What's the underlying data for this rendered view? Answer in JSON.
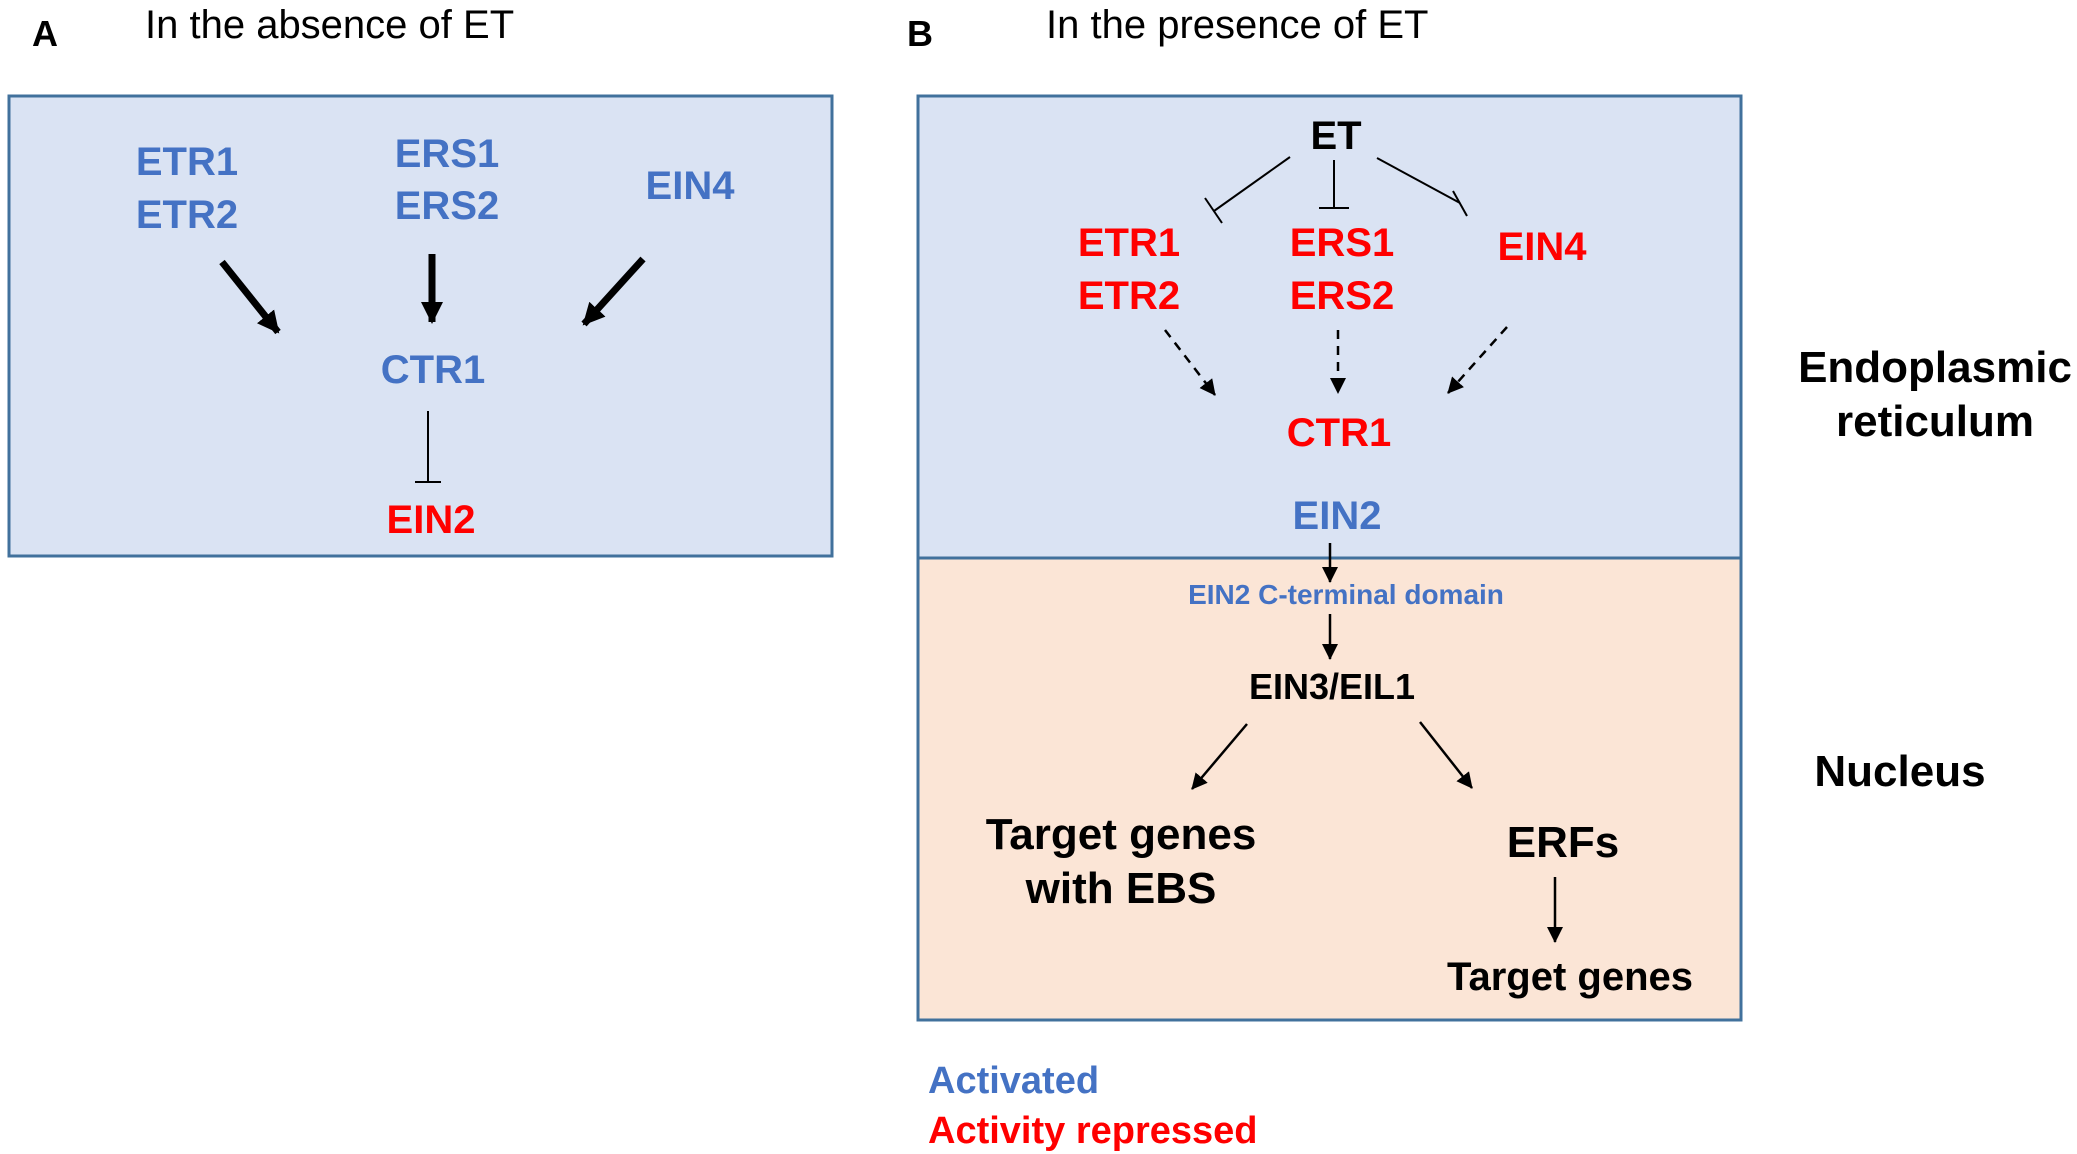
{
  "colors": {
    "activated": "#4472C4",
    "repressed": "#FF0000",
    "neutral": "#000000",
    "er_fill": "#DAE3F3",
    "nucleus_fill": "#FBE5D6",
    "box_stroke": "#41719C"
  },
  "panel_a": {
    "letter": "A",
    "title": "In the absence of ET",
    "etr1": "ETR1",
    "etr2": "ETR2",
    "ers1": "ERS1",
    "ers2": "ERS2",
    "ein4": "EIN4",
    "ctr1": "CTR1",
    "ein2": "EIN2"
  },
  "panel_b": {
    "letter": "B",
    "title": "In the presence of ET",
    "et": "ET",
    "etr1": "ETR1",
    "etr2": "ETR2",
    "ers1": "ERS1",
    "ers2": "ERS2",
    "ein4": "EIN4",
    "ctr1": "CTR1",
    "ein2": "EIN2",
    "ein2_cterm": "EIN2 C-terminal domain",
    "ein3": "EIN3/EIL1",
    "target_genes_ebs_line1": "Target genes",
    "target_genes_ebs_line2": "with EBS",
    "erfs": "ERFs",
    "target_genes": "Target genes"
  },
  "compartments": {
    "er_line1": "Endoplasmic",
    "er_line2": "reticulum",
    "nucleus": "Nucleus"
  },
  "legend": {
    "activated": "Activated",
    "repressed": "Activity repressed"
  }
}
